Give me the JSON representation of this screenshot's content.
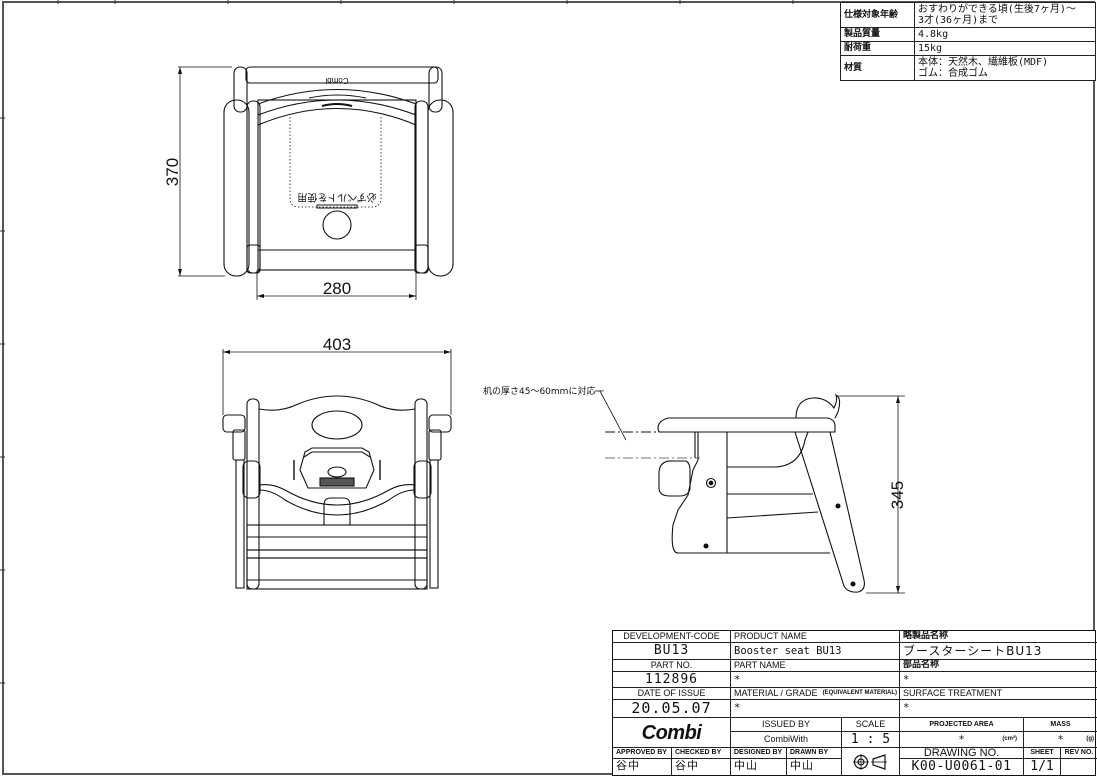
{
  "drawing": {
    "title": "Booster seat BU13 technical drawing",
    "border_color": "#222222",
    "line_color": "#111111"
  },
  "spec_table": {
    "rows": [
      {
        "key": "仕様対象年齢",
        "value": "おすわりができる頃(生後7ヶ月)～3才(36ヶ月)まで"
      },
      {
        "key": "製品質量",
        "value": "4.8kg"
      },
      {
        "key": "耐荷重",
        "value": "15kg"
      },
      {
        "key": "材質",
        "value": "本体：天然木、繊維板(MDF) ゴム：合成ゴム"
      }
    ],
    "row0_line1": "おすわりができる頃(生後7ヶ月)～",
    "row0_line2": "3才(36ヶ月)まで",
    "row3_line1": "本体：天然木、繊維板(MDF)",
    "row3_line2": "ゴム：合成ゴム"
  },
  "top_view": {
    "dim_height": "370",
    "dim_width": "280",
    "logo_text": "Combi",
    "belt_notice": "必ずベルトを使用"
  },
  "front_view": {
    "dim_width": "403"
  },
  "side_view": {
    "dim_height": "345",
    "table_note": "机の厚さ45～60mmに対応"
  },
  "title_block": {
    "development_code_label": "DEVELOPMENT-CODE",
    "development_code": "BU13",
    "product_name_label": "PRODUCT NAME",
    "product_name": "Booster seat BU13",
    "short_product_name_label": "略製品名称",
    "short_product_name": "ブースターシートBU13",
    "part_no_label": "PART NO.",
    "part_no": "112896",
    "part_name_label": "PART NAME",
    "part_name": "*",
    "part_name_jp_label": "部品名称",
    "part_name_jp": "*",
    "date_label": "DATE OF ISSUE",
    "date": "20.05.07",
    "material_label": "MATERIAL / GRADE",
    "equivalent_material_label": "(EQUIVALENT MATERIAL)",
    "material": "*",
    "surface_label": "SURFACE TREATMENT",
    "surface": "*",
    "company_logo": "Combi",
    "issued_by_label": "ISSUED BY",
    "issued_by": "CombiWith",
    "scale_label": "SCALE",
    "scale": "1 : 5",
    "projected_area_label": "PROJECTED AREA",
    "projected_area": "*",
    "projected_area_unit": "(cm²)",
    "mass_label": "MASS",
    "mass": "*",
    "mass_unit": "(g)",
    "approved_by_label": "APPROVED BY",
    "approved_by": "谷中",
    "checked_by_label": "CHECKED BY",
    "checked_by": "谷中",
    "designed_by_label": "DESIGNED BY",
    "designed_by": "中山",
    "drawn_by_label": "DRAWN BY",
    "drawn_by": "中山",
    "projection_symbol": "third-angle-projection-icon",
    "drawing_no_label": "DRAWING NO.",
    "drawing_no": "K00-U0061-01",
    "sheet_label": "SHEET",
    "sheet": "1/1",
    "rev_no_label": "REV NO.",
    "rev_no": ""
  }
}
